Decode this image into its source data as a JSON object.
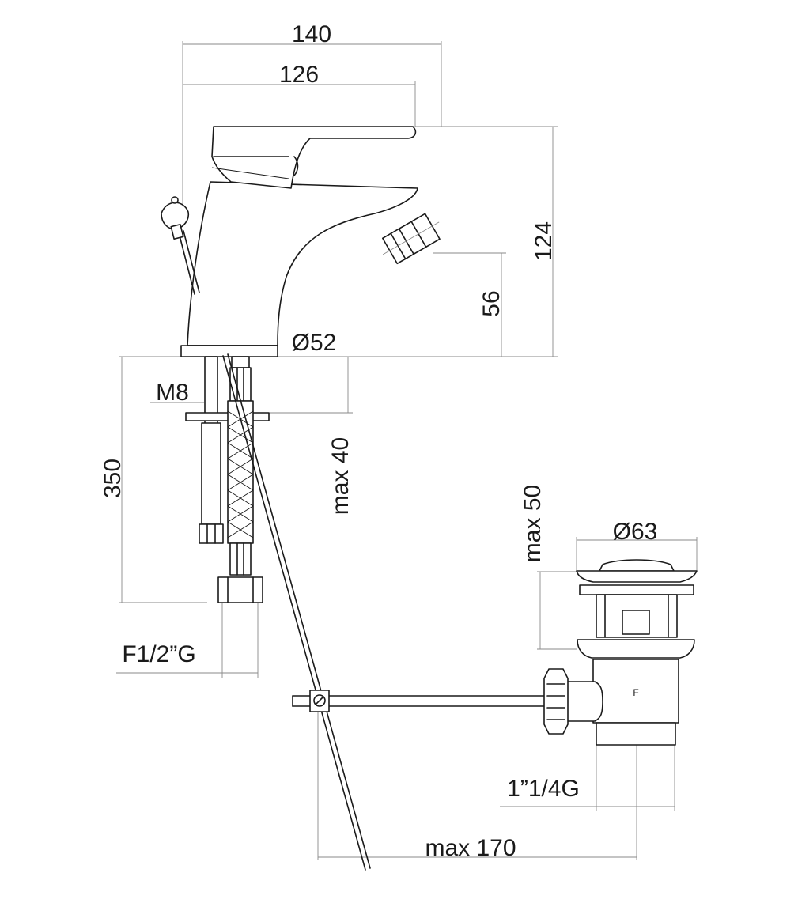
{
  "dimensions": {
    "width_overall": "140",
    "width_spout": "126",
    "height_overall": "124",
    "height_spout": "56",
    "base_diameter": "Ø52",
    "stud_thread": "M8",
    "hose_length": "350",
    "deck_max": "max 40",
    "hose_connection": "F1/2”G",
    "waste_max_height": "max 50",
    "waste_diameter": "Ø63",
    "waste_thread": "1”1/4G",
    "rod_max": "max 170"
  },
  "waste_body_letter": "F"
}
